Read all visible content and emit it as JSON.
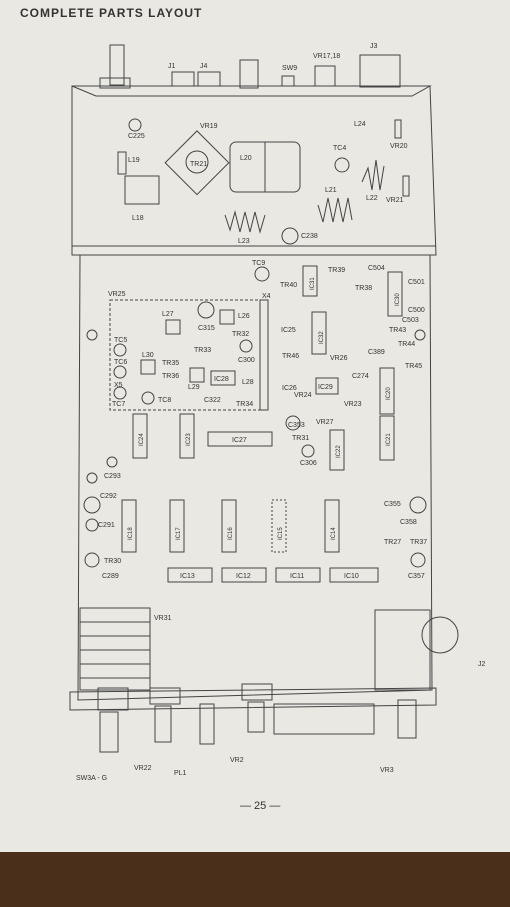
{
  "header": {
    "title": "COMPLETE PARTS LAYOUT"
  },
  "footer": {
    "page_number": "— 25 —"
  },
  "labels": {
    "j1": "J1",
    "j4": "J4",
    "sw9": "SW9",
    "vr1718": "VR17,18",
    "j3": "J3",
    "c225": "C225",
    "vr19": "VR19",
    "l24": "L24",
    "vr20": "VR20",
    "l19": "L19",
    "tr21": "TR21",
    "l20": "L20",
    "tc4": "TC4",
    "l18": "L18",
    "l21": "L21",
    "l22": "L22",
    "vr21": "VR21",
    "l23": "L23",
    "c238": "C238",
    "tc9": "TC9",
    "tr40": "TR40",
    "ic31": "IC31",
    "tr39": "TR39",
    "c504": "C504",
    "tr38": "TR38",
    "ic30": "IC30",
    "c501": "C501",
    "c500": "C500",
    "c503": "C503",
    "x4": "X4",
    "vr25": "VR25",
    "l27": "L27",
    "c315": "C315",
    "l26": "L26",
    "tr32": "TR32",
    "tr33": "TR33",
    "c300": "C300",
    "ic25": "IC25",
    "ic32": "IC32",
    "tr43": "TR43",
    "tr44": "TR44",
    "c389": "C389",
    "tr45": "TR45",
    "tc5": "TC5",
    "tc6": "TC6",
    "l30": "L30",
    "tr35": "TR35",
    "tr36": "TR36",
    "tr46": "TR46",
    "vr26": "VR26",
    "c274": "C274",
    "x5": "X5",
    "l29": "L29",
    "ic28": "IC28",
    "l28": "L28",
    "ic26": "IC26",
    "ic29": "IC29",
    "ic20": "IC20",
    "tc7": "TC7",
    "tc8": "TC8",
    "c322": "C322",
    "tr34": "TR34",
    "vr24": "VR24",
    "vr23": "VR23",
    "c353": "C353",
    "vr27": "VR27",
    "ic24": "IC24",
    "ic23": "IC23",
    "ic27": "IC27",
    "tr31": "TR31",
    "ic22": "IC22",
    "ic21": "IC21",
    "c306": "C306",
    "c293": "C293",
    "c292": "C292",
    "c291": "C291",
    "ic18": "IC18",
    "ic17": "IC17",
    "ic16": "IC16",
    "ic15": "IC15",
    "ic14": "IC14",
    "c355": "C355",
    "c358": "C358",
    "tr27": "TR27",
    "tr37": "TR37",
    "tr30": "TR30",
    "c289": "C289",
    "ic13": "IC13",
    "ic12": "IC12",
    "ic11": "IC11",
    "ic10": "IC10",
    "c357": "C357",
    "vr31": "VR31",
    "j2": "J2",
    "sw3ag": "SW3A - G",
    "vr22": "VR22",
    "pl1": "PL1",
    "vr2": "VR2",
    "vr3": "VR3"
  }
}
